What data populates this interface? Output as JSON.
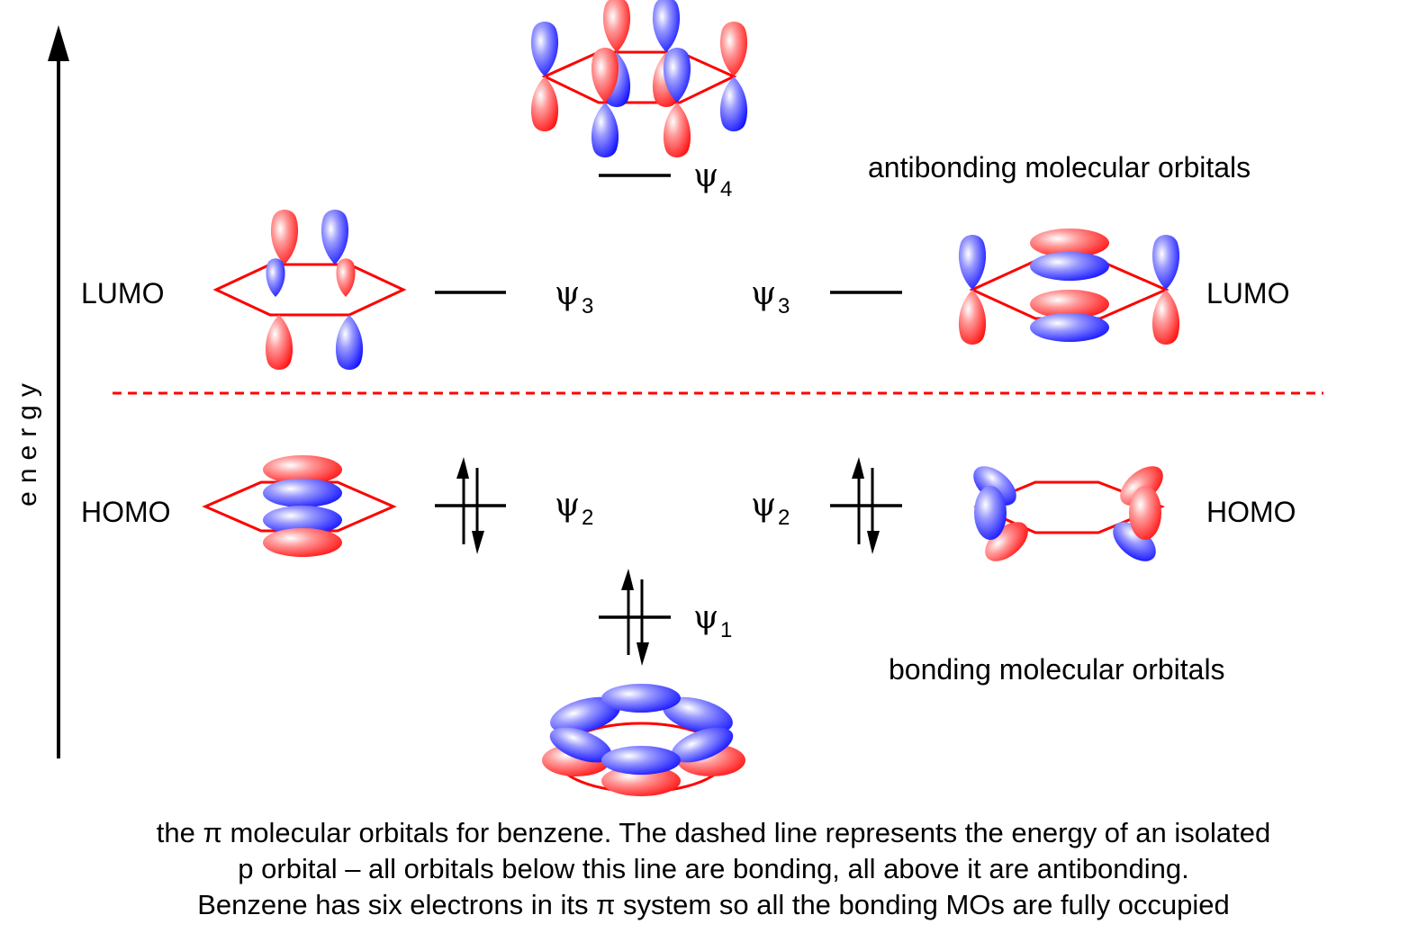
{
  "axis": {
    "label": "energy"
  },
  "regions": {
    "antibonding": "antibonding molecular orbitals",
    "bonding": "bonding molecular orbitals"
  },
  "frontier": {
    "lumo": "LUMO",
    "homo": "HOMO"
  },
  "levels": [
    {
      "symbol": "ψ",
      "index": "4",
      "electrons": 0
    },
    {
      "symbol": "ψ",
      "index": "3",
      "electrons": 0
    },
    {
      "symbol": "ψ",
      "index": "3",
      "electrons": 0
    },
    {
      "symbol": "ψ",
      "index": "2",
      "electrons": 2
    },
    {
      "symbol": "ψ",
      "index": "2",
      "electrons": 2
    },
    {
      "symbol": "ψ",
      "index": "1",
      "electrons": 2
    }
  ],
  "colors": {
    "positive_lobe": "#ff2020",
    "negative_lobe": "#2020ff",
    "ring": "#ff0000",
    "dashed": "#ff0000"
  },
  "caption": {
    "line1": "the π molecular orbitals for benzene.  The dashed line represents the energy of an isolated",
    "line2": "p orbital – all orbitals below this line are bonding, all above it are antibonding.",
    "line3": "Benzene has six electrons in its π system so all the bonding MOs are fully occupied"
  }
}
